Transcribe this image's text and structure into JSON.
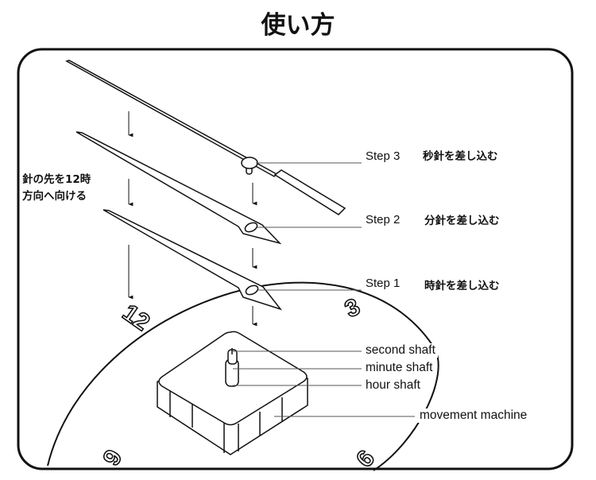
{
  "title": "使い方",
  "note": [
    "針の先を12時",
    "方向へ向ける"
  ],
  "steps": [
    {
      "label": "Step 3",
      "text": "秒針を差し込む"
    },
    {
      "label": "Step 2",
      "text": "分針を差し込む"
    },
    {
      "label": "Step 1",
      "text": "時針を差し込む"
    }
  ],
  "parts": {
    "second": "second shaft",
    "minute": "minute shaft",
    "hour": "hour shaft",
    "movement": "movement  machine"
  },
  "numerals": {
    "n12": "12",
    "n3": "3",
    "n9": "9",
    "n6": "6"
  }
}
